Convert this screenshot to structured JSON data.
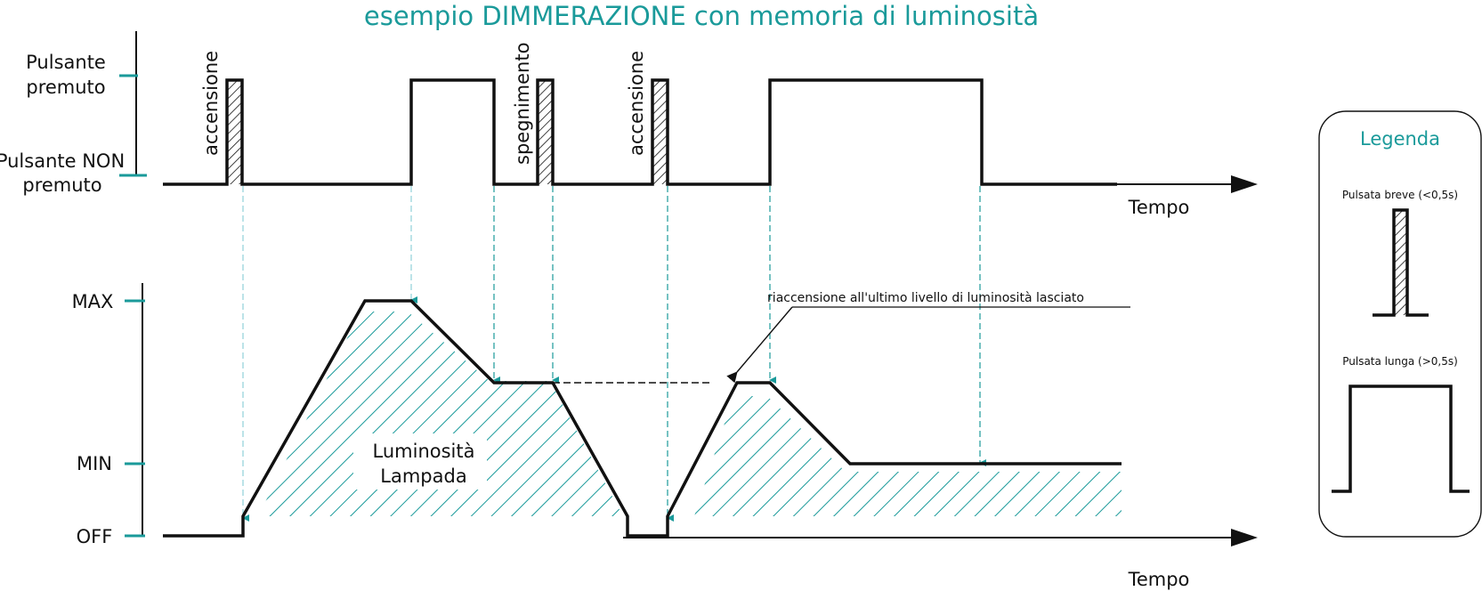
{
  "title": "esempio DIMMERAZIONE con memoria di luminosità",
  "top_chart": {
    "y_levels": {
      "pressed_line1": "Pulsante",
      "pressed_line2": "premuto",
      "not_pressed_line1": "Pulsante NON",
      "not_pressed_line2": "premuto"
    },
    "x_label": "Tempo",
    "event_labels": {
      "on1": "accensione",
      "off": "spegnimento",
      "on2": "accensione"
    }
  },
  "bottom_chart": {
    "y_levels": {
      "max": "MAX",
      "min": "MIN",
      "off": "OFF"
    },
    "x_label": "Tempo",
    "area_label_line1": "Luminosità",
    "area_label_line2": "Lampada",
    "annotation": "riaccensione all'ultimo livello di luminosità lasciato"
  },
  "legend": {
    "title": "Legenda",
    "short_press": "Pulsata breve (<0,5s)",
    "long_press": "Pulsata lunga (>0,5s)"
  },
  "colors": {
    "accent": "#1a9a9a",
    "line": "#111111",
    "hatch_teal": "#1a9a9a",
    "guide_light": "#8fd0d8"
  }
}
